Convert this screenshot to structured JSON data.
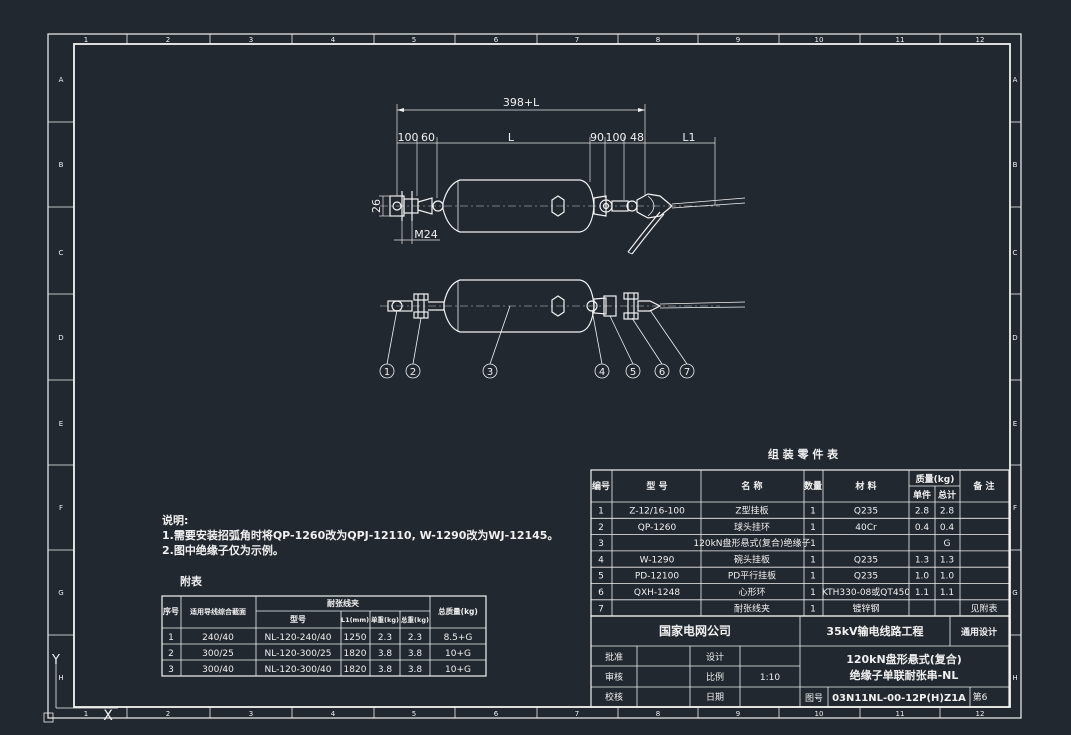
{
  "border": {
    "cols": [
      "1",
      "2",
      "3",
      "4",
      "5",
      "6",
      "7",
      "8",
      "9",
      "10",
      "11",
      "12"
    ],
    "rows": [
      "A",
      "B",
      "C",
      "D",
      "E",
      "F",
      "G",
      "H"
    ]
  },
  "dims": {
    "overall": "398+L",
    "segments": [
      "100",
      "60",
      "L",
      "90",
      "100",
      "48",
      "L1"
    ],
    "height": "26",
    "thread": "M24"
  },
  "balloons": [
    "1",
    "2",
    "3",
    "4",
    "5",
    "6",
    "7"
  ],
  "parts_table": {
    "title": "组 装 零 件 表",
    "headers": {
      "no": "编号",
      "model": "型   号",
      "name": "名   称",
      "qty": "数量",
      "material": "材   料",
      "mass": "质量(kg)",
      "unit": "单件",
      "total": "总计",
      "remark": "备 注"
    },
    "rows": [
      {
        "no": "1",
        "model": "Z-12/16-100",
        "name": "Z型挂板",
        "qty": "1",
        "material": "Q235",
        "unit": "2.8",
        "total": "2.8",
        "remark": ""
      },
      {
        "no": "2",
        "model": "QP-1260",
        "name": "球头挂环",
        "qty": "1",
        "material": "40Cr",
        "unit": "0.4",
        "total": "0.4",
        "remark": ""
      },
      {
        "no": "3",
        "model": "",
        "name": "120kN盘形悬式(复合)绝缘子",
        "qty": "1",
        "material": "",
        "unit": "",
        "total": "G",
        "remark": ""
      },
      {
        "no": "4",
        "model": "W-1290",
        "name": "碗头挂板",
        "qty": "1",
        "material": "Q235",
        "unit": "1.3",
        "total": "1.3",
        "remark": ""
      },
      {
        "no": "5",
        "model": "PD-12100",
        "name": "PD平行挂板",
        "qty": "1",
        "material": "Q235",
        "unit": "1.0",
        "total": "1.0",
        "remark": ""
      },
      {
        "no": "6",
        "model": "QXH-1248",
        "name": "心形环",
        "qty": "1",
        "material": "KTH330-08或QT450",
        "unit": "1.1",
        "total": "1.1",
        "remark": ""
      },
      {
        "no": "7",
        "model": "",
        "name": "耐张线夹",
        "qty": "1",
        "material": "镀锌钢",
        "unit": "",
        "total": "",
        "remark": "见附表"
      }
    ]
  },
  "title_block": {
    "company": "国家电网公司",
    "project": "35kV输电线路工程",
    "general": "通用设计",
    "row_labels": [
      "批准",
      "审核",
      "校核"
    ],
    "mid_labels": [
      "设计",
      "比例",
      "日期"
    ],
    "scale": "1:10",
    "drawing_title_1": "120kN盘形悬式(复合)",
    "drawing_title_2": "绝缘子单联耐张串-NL",
    "drawing_no_label": "图号",
    "drawing_no": "03N11NL-00-12P(H)Z1A",
    "sheet_label": "第6"
  },
  "notes": {
    "heading": "说明:",
    "line1": "1.需要安装招弧角时将QP-1260改为QPJ-12110, W-1290改为WJ-12145。",
    "line2": "2.图中绝缘子仅为示例。"
  },
  "attached_table": {
    "title": "附表",
    "h_no": "序号",
    "h_cs": "适用导线综合截面",
    "h_clamp": "耐张线夹",
    "h_model": "型号",
    "h_l1": "L1(mm)",
    "h_unit_mass": "单重(kg)",
    "h_total_mass": "总重(kg)",
    "h_string_mass": "总质量(kg)",
    "rows": [
      {
        "no": "1",
        "cs": "240/40",
        "model": "NL-120-240/40",
        "l1": "1250",
        "um": "2.3",
        "tm": "2.3",
        "sm": "8.5+G"
      },
      {
        "no": "2",
        "cs": "300/25",
        "model": "NL-120-300/25",
        "l1": "1820",
        "um": "3.8",
        "tm": "3.8",
        "sm": "10+G"
      },
      {
        "no": "3",
        "cs": "300/40",
        "model": "NL-120-300/40",
        "l1": "1820",
        "um": "3.8",
        "tm": "3.8",
        "sm": "10+G"
      }
    ]
  },
  "ucs": {
    "y": "Y",
    "x": "X"
  }
}
